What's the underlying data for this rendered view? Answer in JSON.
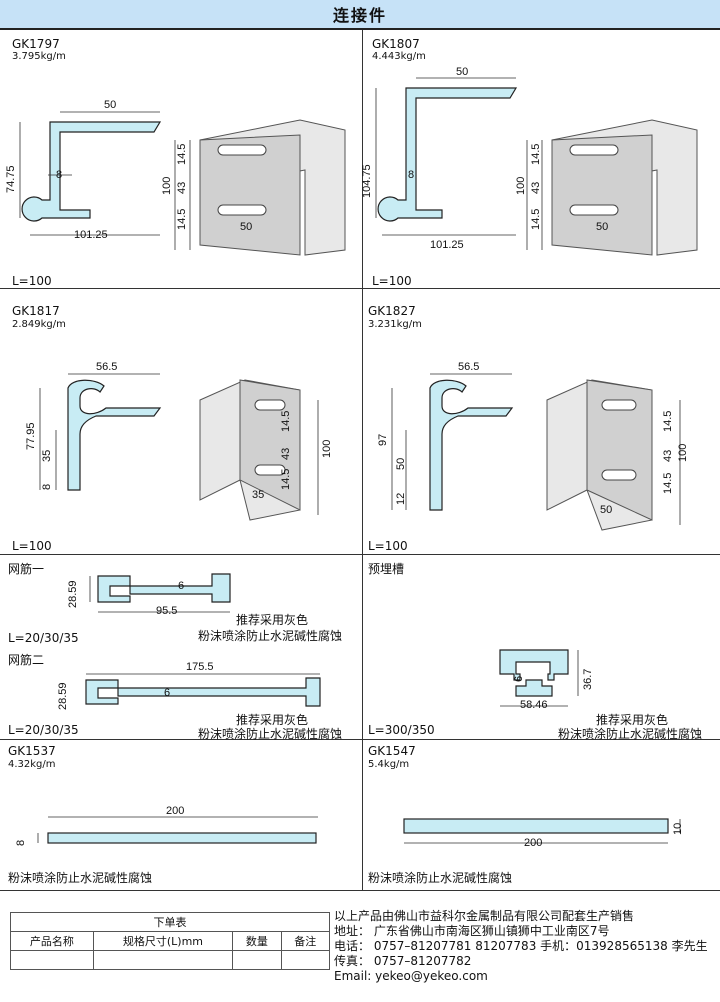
{
  "page": {
    "title": "连接件"
  },
  "panels": {
    "gk1797": {
      "code": "GK1797",
      "weight": "3.795kg/m",
      "length": "L=100",
      "dims": {
        "top": "50",
        "height": "74.75",
        "thick": "8",
        "bottom": "101.25",
        "side_h": "100",
        "s1": "14.5",
        "s2": "43",
        "s3": "14.5",
        "slot": "50"
      }
    },
    "gk1807": {
      "code": "GK1807",
      "weight": "4.443kg/m",
      "length": "L=100",
      "dims": {
        "top": "50",
        "height": "104.75",
        "thick": "8",
        "bottom": "101.25",
        "side_h": "100",
        "s1": "14.5",
        "s2": "43",
        "s3": "14.5",
        "slot": "50"
      }
    },
    "gk1817": {
      "code": "GK1817",
      "weight": "2.849kg/m",
      "length": "L=100",
      "dims": {
        "top": "56.5",
        "height": "77.95",
        "mid": "35",
        "low": "8",
        "side_h": "100",
        "s1": "14.5",
        "s2": "43",
        "s3": "14.5",
        "slot": "35"
      }
    },
    "gk1827": {
      "code": "GK1827",
      "weight": "3.231kg/m",
      "length": "L=100",
      "dims": {
        "top": "56.5",
        "height": "97",
        "mid": "50",
        "low": "12",
        "side_h": "100",
        "s1": "14.5",
        "s2": "43",
        "s3": "14.5",
        "slot": "50"
      }
    },
    "wangjin1": {
      "code": "网筋一",
      "length": "L=20/30/35",
      "note1": "推荐采用灰色",
      "note2": "粉沫喷涂防止水泥碱性腐蚀",
      "dims": {
        "h": "28.59",
        "w": "95.5",
        "t": "6"
      }
    },
    "wangjin2": {
      "code": "网筋二",
      "length": "L=20/30/35",
      "note1": "推荐采用灰色",
      "note2": "粉沫喷涂防止水泥碱性腐蚀",
      "dims": {
        "h": "28.59",
        "w": "175.5",
        "t": "6"
      }
    },
    "yumaicao": {
      "code": "预埋槽",
      "length": "L=300/350",
      "note1": "推荐采用灰色",
      "note2": "粉沫喷涂防止水泥碱性腐蚀",
      "dims": {
        "h": "36.7",
        "w": "58.46",
        "t": "6"
      }
    },
    "gk1537": {
      "code": "GK1537",
      "weight": "4.32kg/m",
      "note": "粉沫喷涂防止水泥碱性腐蚀",
      "dims": {
        "w": "200",
        "t": "8"
      }
    },
    "gk1547": {
      "code": "GK1547",
      "weight": "5.4kg/m",
      "note": "粉沫喷涂防止水泥碱性腐蚀",
      "dims": {
        "w": "200",
        "t": "10"
      }
    }
  },
  "order": {
    "title": "下单表",
    "headers": [
      "产品名称",
      "规格尺寸(L)mm",
      "数量",
      "备注"
    ]
  },
  "contact": {
    "line1": "以上产品由佛山市益科尔金属制品有限公司配套生产销售",
    "line2": "地址：  广东省佛山市南海区狮山镇狮中工业南区7号",
    "line3": "电话：  0757–81207781 81207783   手机：013928565138  李先生",
    "line4": "传真：  0757–81207782",
    "line5": "Email: yekeo@yekeo.com"
  },
  "colors": {
    "profile_fill": "#c8ecf4",
    "title_bg": "#c6e2f7",
    "line": "#333333"
  }
}
